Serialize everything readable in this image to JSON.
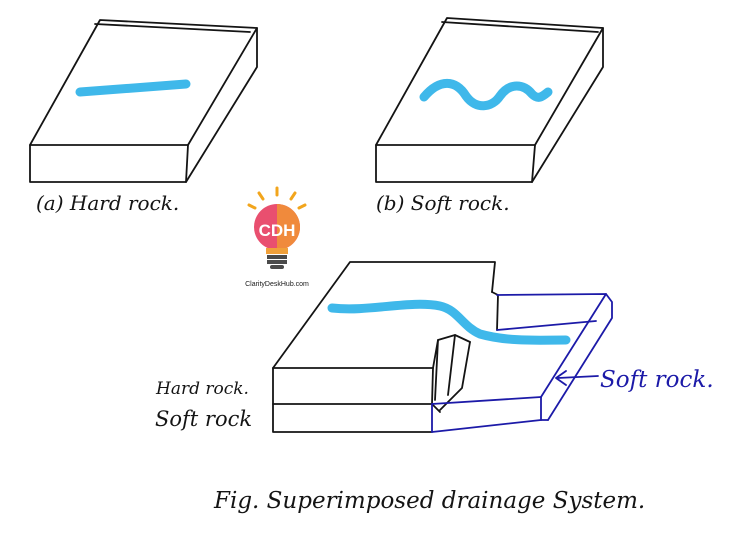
{
  "labels": {
    "panel_a": "(a) Hard rock.",
    "panel_b": "(b) Soft rock.",
    "hard_rock": "Hard rock.",
    "soft_rock_lower": "Soft rock",
    "soft_rock_right": "Soft rock.",
    "caption": "Fig. Superimposed drainage System."
  },
  "logo": {
    "text": "CDH",
    "site": "ClarityDeskHub.com"
  },
  "colors": {
    "ink": "#141414",
    "river": "#3fb8ea",
    "soft_rock_ink": "#1c1aa8"
  }
}
